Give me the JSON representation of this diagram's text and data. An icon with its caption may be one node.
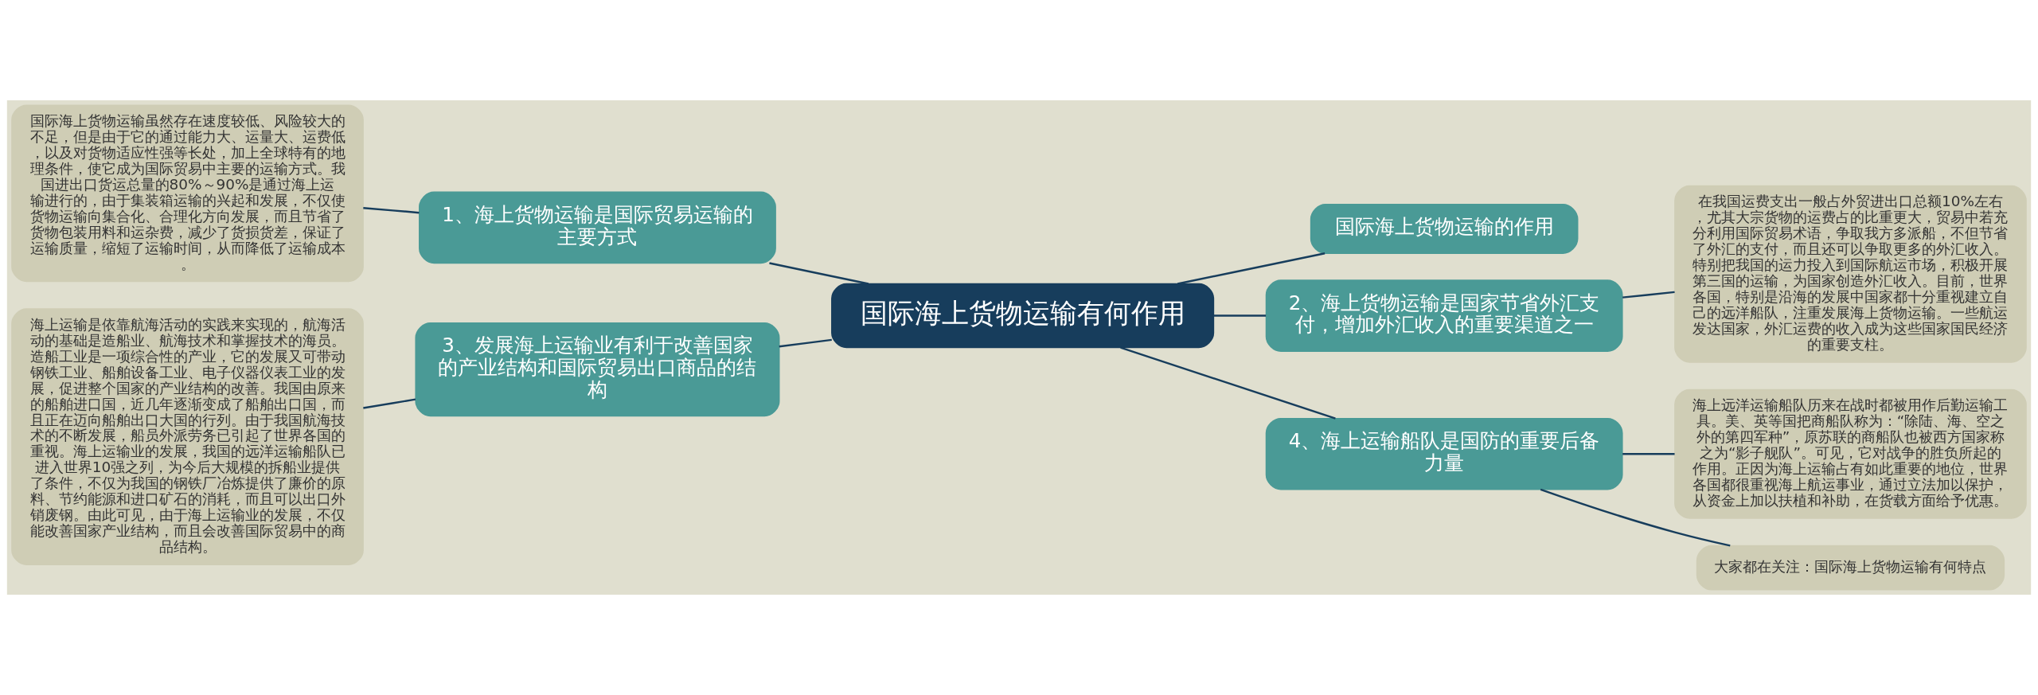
{
  "diagram": {
    "nodes": [
      {
        "text": [
          "国际海上货物运输有何作用"
        ]
      },
      {
        "text": [
          "国际海上货物运输的作用"
        ]
      },
      {
        "text": [
          "1、海上货物运输是国际贸易运输的主要方式"
        ]
      },
      {
        "text": [
          "国际海上货物运输虽然存在速度较低、风险较大的不足，但是由于它的通过能力大、运量大、运费低，以及对货物适应性强等长处，加上全球特有的地理条件，使它成为国际贸易中主要的运输方式。我国进出口货运总量的80%～90%是通过海上运输进行的，由于集装箱运输的兴起和发展，不仅使货物运输向集合化、合理化方向发展，而且节省了货物包装用料和运杂费，减少了货损货差，保证了运输质量，缩短了运输时间，从而降低了运输成本。"
        ]
      },
      {
        "text": [
          "2、海上货物运输是国家节省外汇支付，增加外汇收入的重要渠道之一"
        ]
      },
      {
        "text": [
          "在我国运费支出一般占外贸进出口总额10%左右，尤其大宗货物的运费占的比重更大，贸易中若充分利用国际贸易术语，争取我方多派船，不但节省了外汇的支付，而且还可以争取更多的外汇收入。特别把我国的运力投入到国际航运市场，积极开展第三国的运输，为国家创造外汇收入。目前，世界各国，特别是沿海的发展中国家都十分重视建立自己的远洋船队，注重发展海上货物运输。一些航运发达国家，外汇运费的收入成为这些国家国民经济的重要支柱。"
        ]
      },
      {
        "text": [
          "3、发展海上运输业有利于改善国家的产业结构和国际贸易出口商品的结构"
        ]
      },
      {
        "text": [
          "海上运输是依靠航海活动的实践来实现的，航海活动的基础是造船业、航海技术和掌握技术的海员。造船工业是一项综合性的产业，它的发展又可带动钢铁工业、船舶设备工业、电子仪器仪表工业的发展，促进整个国家的产业结构的改善。我国由原来的船舶进口国，近几年逐渐变成了船舶出口国，而且正在迈向船舶出口大国的行列。由于我国航海技术的不断发展，船员外派劳务已引起了世界各国的重视。海上运输业的发展，我国的远洋运输船队已进入世界10强之列，为今后大规模的拆船业提供了条件，不仅为我国的钢铁厂冶炼提供了廉价的原料、节约能源和进口矿石的消耗，而且可以出口外销废钢。由此可见，由于海上运输业的发展，不仅能改善国家产业结构，而且会改善国际贸易中的商品结构。"
        ]
      },
      {
        "text": [
          "4、海上运输船队是国防的重要后备力量"
        ]
      },
      {
        "text": [
          "海上远洋运输船队历来在战时都被用作后勤运输工具。美、英等国把商船队称为：“除陆、海、空之外的第四军种”，原苏联的商船队也被西方国家称之为“影子舰队”。可见，它对战争的胜负所起的作用。正因为海上运输占有如此重要的地位，世界各国都很重视海上航运事业，通过立法加以保护，从资金上加以扶植和补助，在货载方面给予优惠。"
        ]
      },
      {
        "text": [
          "大家都在关注：国际海上货物运输有何特点"
        ]
      }
    ],
    "edges": [
      {
        "from": 0,
        "to": 1,
        "arrow": "none"
      },
      {
        "from": 2,
        "to": 0,
        "arrow": "none"
      },
      {
        "from": 3,
        "to": 2,
        "arrow": "none"
      },
      {
        "from": 0,
        "to": 4,
        "arrow": "none"
      },
      {
        "from": 4,
        "to": 5,
        "arrow": "none"
      },
      {
        "from": 6,
        "to": 0,
        "arrow": "none"
      },
      {
        "from": 7,
        "to": 6,
        "arrow": "none"
      },
      {
        "from": 0,
        "to": 8,
        "arrow": "none"
      },
      {
        "from": 8,
        "to": 9,
        "arrow": "none"
      },
      {
        "from": 8,
        "to": 10,
        "arrow": "none"
      }
    ]
  }
}
